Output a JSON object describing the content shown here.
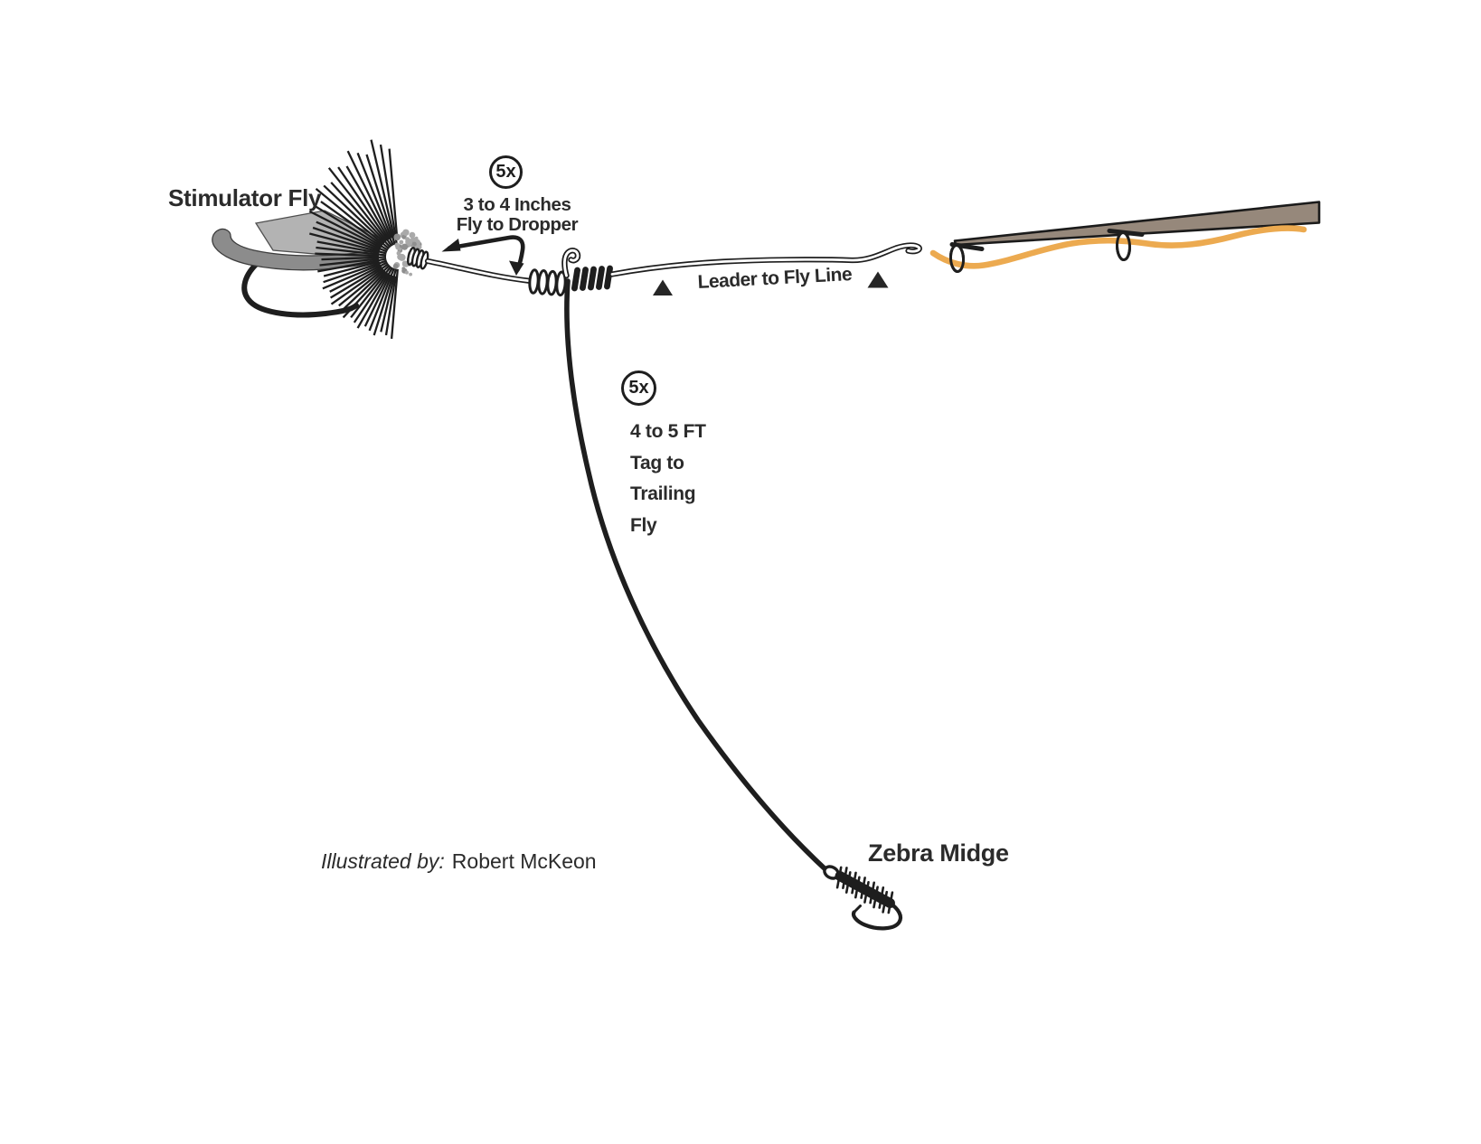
{
  "diagram": {
    "title": "fly-fishing dropper rig diagram",
    "labels": {
      "stimulator_fly": "Stimulator Fly",
      "dropper_multiplier": "5x",
      "dropper_line1": "3 to 4 Inches",
      "dropper_line2": "Fly to Dropper",
      "leader_to_fly_line": "Leader to Fly Line",
      "tag_multiplier": "5x",
      "tag_line1": "4 to 5 FT",
      "tag_line2": "Tag to",
      "tag_line3": "Trailing",
      "tag_line4": "Fly",
      "zebra_midge": "Zebra Midge",
      "credit_prefix": "Illustrated by:",
      "credit_name": "Robert McKeon"
    },
    "colors": {
      "ink": "#1e1e1e",
      "fly_line_orange": "#ecaa50",
      "rod_brown": "#96887b",
      "wing_light_gray": "#b3b3b3",
      "wing_dark_gray": "#8c8c8c",
      "stipple_gray": "#a9a9a9",
      "stipple_gray_dark": "#8f8f8f"
    }
  }
}
